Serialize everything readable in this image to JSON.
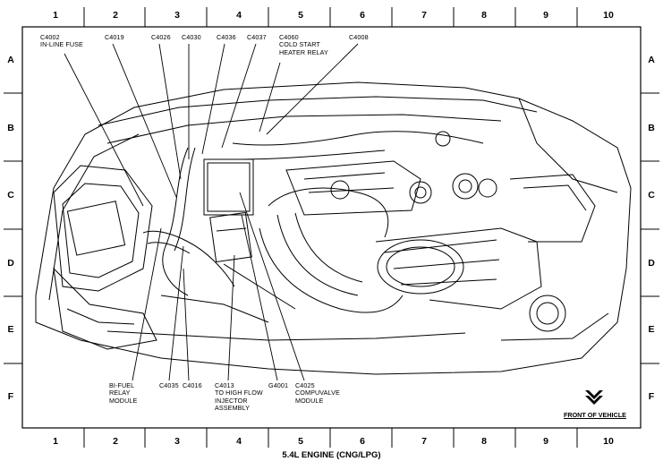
{
  "grid": {
    "columns": [
      "1",
      "2",
      "3",
      "4",
      "5",
      "6",
      "7",
      "8",
      "9",
      "10"
    ],
    "rows": [
      "A",
      "B",
      "C",
      "D",
      "E",
      "F"
    ]
  },
  "callouts": {
    "c4002": "C4002\nIN-LINE FUSE",
    "c4019": "C4019",
    "c4026": "C4026",
    "c4030": "C4030",
    "c4036": "C4036",
    "c4037": "C4037",
    "c4060": "C4060\nCOLD START\nHEATER RELAY",
    "c4008": "C4008",
    "bifuel": "BI-FUEL\nRELAY\nMODULE",
    "c4035": "C4035",
    "c4016": "C4016",
    "c4013": "C4013\nTO HIGH FLOW\nINJECTOR\nASSEMBLY",
    "g4001": "G4001",
    "c4025": "C4025\nCOMPUVALVE\nMODULE"
  },
  "front_of_vehicle": "FRONT OF VEHICLE",
  "caption": "5.4L ENGINE (CNG/LPG)"
}
